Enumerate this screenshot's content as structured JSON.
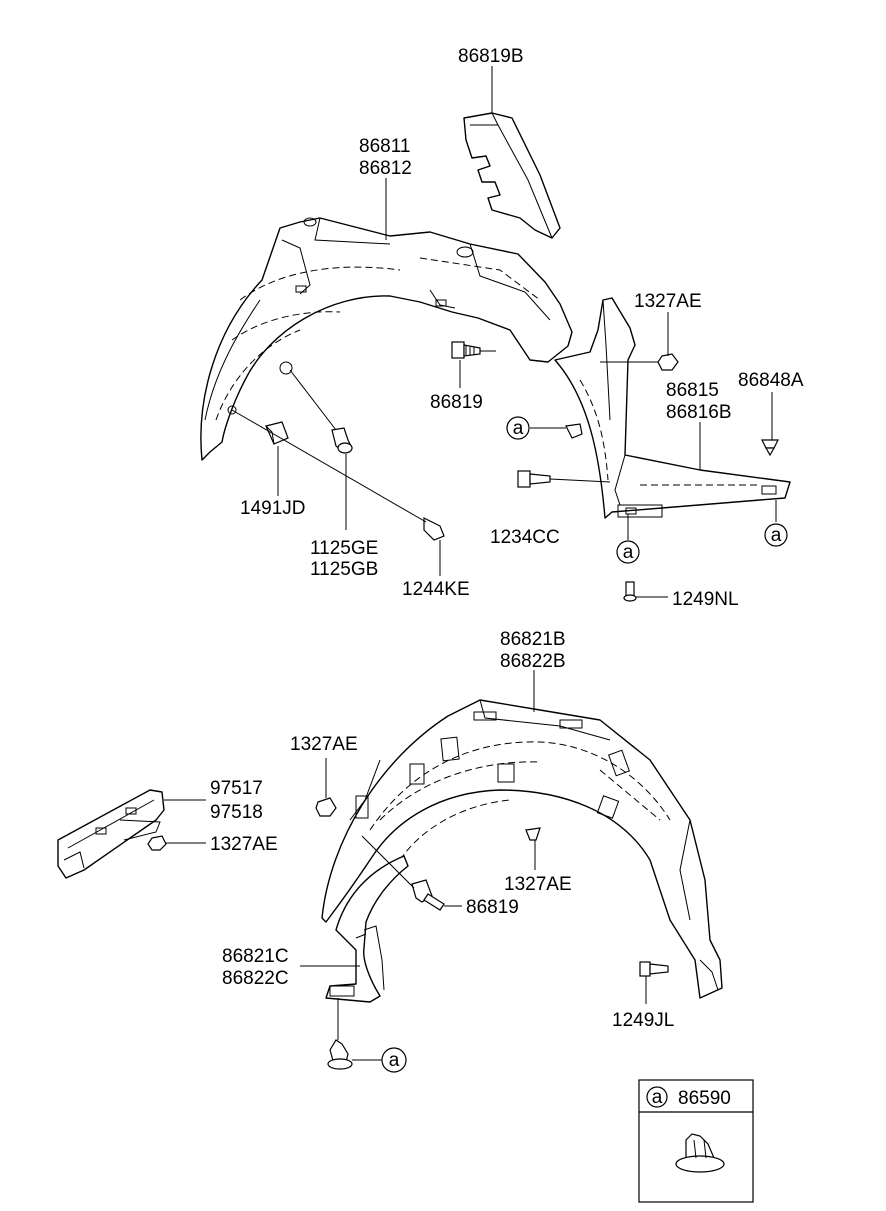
{
  "diagram": {
    "circle_marker": "a",
    "labels": {
      "p86819B": "86819B",
      "p86811": "86811",
      "p86812": "86812",
      "p1327AE_top": "1327AE",
      "p86819_top": "86819",
      "p86815": "86815",
      "p86816B": "86816B",
      "p86848A": "86848A",
      "p1491JD": "1491JD",
      "p1125GE": "1125GE",
      "p1125GB": "1125GB",
      "p1234CC": "1234CC",
      "p1244KE": "1244KE",
      "p1249NL": "1249NL",
      "p86821B": "86821B",
      "p86822B": "86822B",
      "p1327AE_mid": "1327AE",
      "p97517": "97517",
      "p97518": "97518",
      "p1327AE_left": "1327AE",
      "p1327AE_low": "1327AE",
      "p86819_low": "86819",
      "p86821C": "86821C",
      "p86822C": "86822C",
      "p1249JL": "1249JL"
    },
    "legend_box": {
      "marker": "a",
      "part_number": "86590"
    }
  }
}
